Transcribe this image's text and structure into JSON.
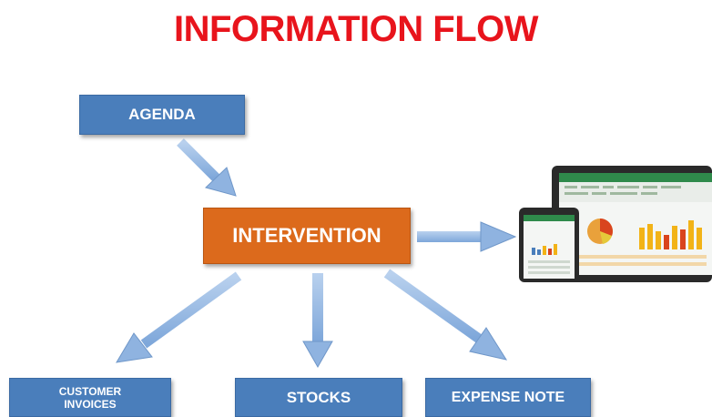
{
  "title": "INFORMATION FLOW",
  "nodes": {
    "agenda": "AGENDA",
    "intervention": "INTERVENTION",
    "customer_invoices_line1": "CUSTOMER",
    "customer_invoices_line2": "INVOICES",
    "stocks": "STOCKS",
    "expense_note": "EXPENSE NOTE"
  },
  "colors": {
    "title": "#e8141c",
    "box_blue": "#4a7ebb",
    "box_orange": "#dc6a1c",
    "arrow": "#8fb3e0"
  },
  "icons": [
    "arrow-icon",
    "dashboard-devices-image"
  ]
}
